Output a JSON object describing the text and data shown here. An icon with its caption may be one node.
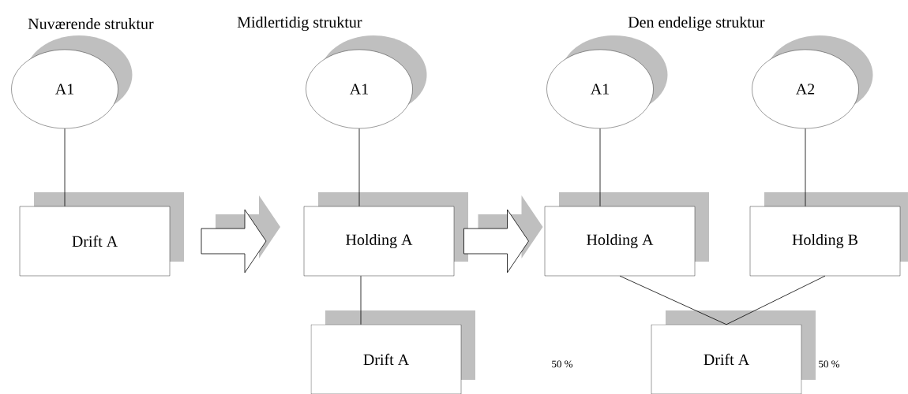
{
  "diagram": {
    "nodes": [
      {
        "text": [
          "A1"
        ]
      },
      {
        "text": [
          "Drift A"
        ]
      },
      {
        "text": [
          "A1"
        ]
      },
      {
        "text": [
          "Holding A"
        ]
      },
      {
        "text": [
          "Drift A"
        ]
      },
      {
        "text": [
          "A1"
        ]
      },
      {
        "text": [
          "A2"
        ]
      },
      {
        "text": [
          "Holding A"
        ]
      },
      {
        "text": [
          "Holding B"
        ]
      },
      {
        "text": [
          "Drift A"
        ]
      }
    ],
    "edges": [
      {
        "from": 0,
        "to": 1,
        "arrow": "none"
      },
      {
        "from": 2,
        "to": 3,
        "arrow": "none"
      },
      {
        "from": 3,
        "to": 4,
        "arrow": "none"
      },
      {
        "from": 5,
        "to": 7,
        "arrow": "none"
      },
      {
        "from": 6,
        "to": 8,
        "arrow": "none"
      },
      {
        "from": 7,
        "to": 9,
        "arrow": "none"
      },
      {
        "from": 8,
        "to": 9,
        "arrow": "none"
      },
      {
        "from": 1,
        "to": 3,
        "arrow": "to"
      },
      {
        "from": 3,
        "to": 7,
        "arrow": "to"
      }
    ],
    "labels": [
      "Nuværende struktur",
      "Midlertidig struktur",
      "Den endelige struktur",
      "50 %",
      "50 %"
    ]
  }
}
